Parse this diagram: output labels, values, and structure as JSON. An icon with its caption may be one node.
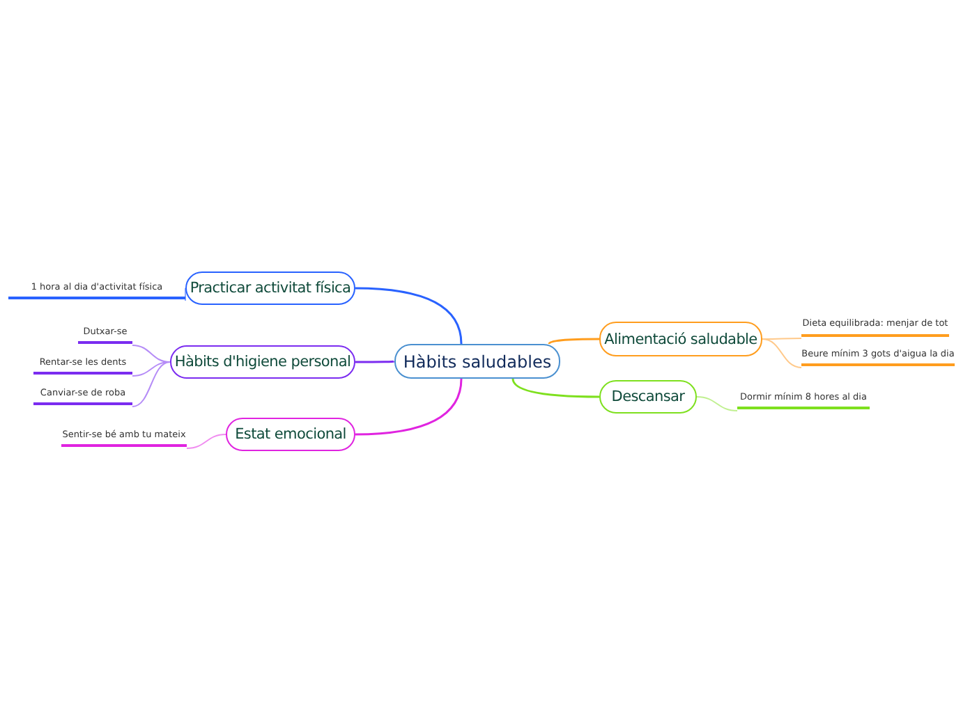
{
  "diagram": {
    "nodes": [
      {
        "text": [
          "Hàbits saludables"
        ]
      },
      {
        "text": [
          "Practicar activitat física"
        ]
      },
      {
        "text": [
          "1 hora al dia d'activitat física"
        ]
      },
      {
        "text": [
          "Hàbits d'higiene personal"
        ]
      },
      {
        "text": [
          "Dutxar-se"
        ]
      },
      {
        "text": [
          "Rentar-se les dents"
        ]
      },
      {
        "text": [
          "Canviar-se de roba"
        ]
      },
      {
        "text": [
          "Estat emocional"
        ]
      },
      {
        "text": [
          "Sentir-se bé amb tu mateix"
        ]
      },
      {
        "text": [
          "Alimentació saludable"
        ]
      },
      {
        "text": [
          "Dieta equilibrada: menjar de tot"
        ]
      },
      {
        "text": [
          "Beure mínim 3 gots d'aigua la dia"
        ]
      },
      {
        "text": [
          "Descansar"
        ]
      },
      {
        "text": [
          "Dormir mínim 8 hores al dia"
        ]
      }
    ],
    "edges": [
      {
        "from": 0,
        "to": 1,
        "arrow": "none",
        "color": "#2962ff"
      },
      {
        "from": 1,
        "to": 2,
        "arrow": "none",
        "color": "#8aa8ff"
      },
      {
        "from": 0,
        "to": 3,
        "arrow": "none",
        "color": "#7b2cf0"
      },
      {
        "from": 3,
        "to": 4,
        "arrow": "none",
        "color": "#b58cf7"
      },
      {
        "from": 3,
        "to": 5,
        "arrow": "none",
        "color": "#b58cf7"
      },
      {
        "from": 3,
        "to": 6,
        "arrow": "none",
        "color": "#b58cf7"
      },
      {
        "from": 0,
        "to": 7,
        "arrow": "none",
        "color": "#e024e0"
      },
      {
        "from": 7,
        "to": 8,
        "arrow": "none",
        "color": "#f08cf0"
      },
      {
        "from": 0,
        "to": 9,
        "arrow": "none",
        "color": "#ff9d1e"
      },
      {
        "from": 9,
        "to": 10,
        "arrow": "none",
        "color": "#ffc98a"
      },
      {
        "from": 9,
        "to": 11,
        "arrow": "none",
        "color": "#ffc98a"
      },
      {
        "from": 0,
        "to": 12,
        "arrow": "none",
        "color": "#7ee01e"
      },
      {
        "from": 12,
        "to": 13,
        "arrow": "none",
        "color": "#c0f090"
      }
    ]
  }
}
